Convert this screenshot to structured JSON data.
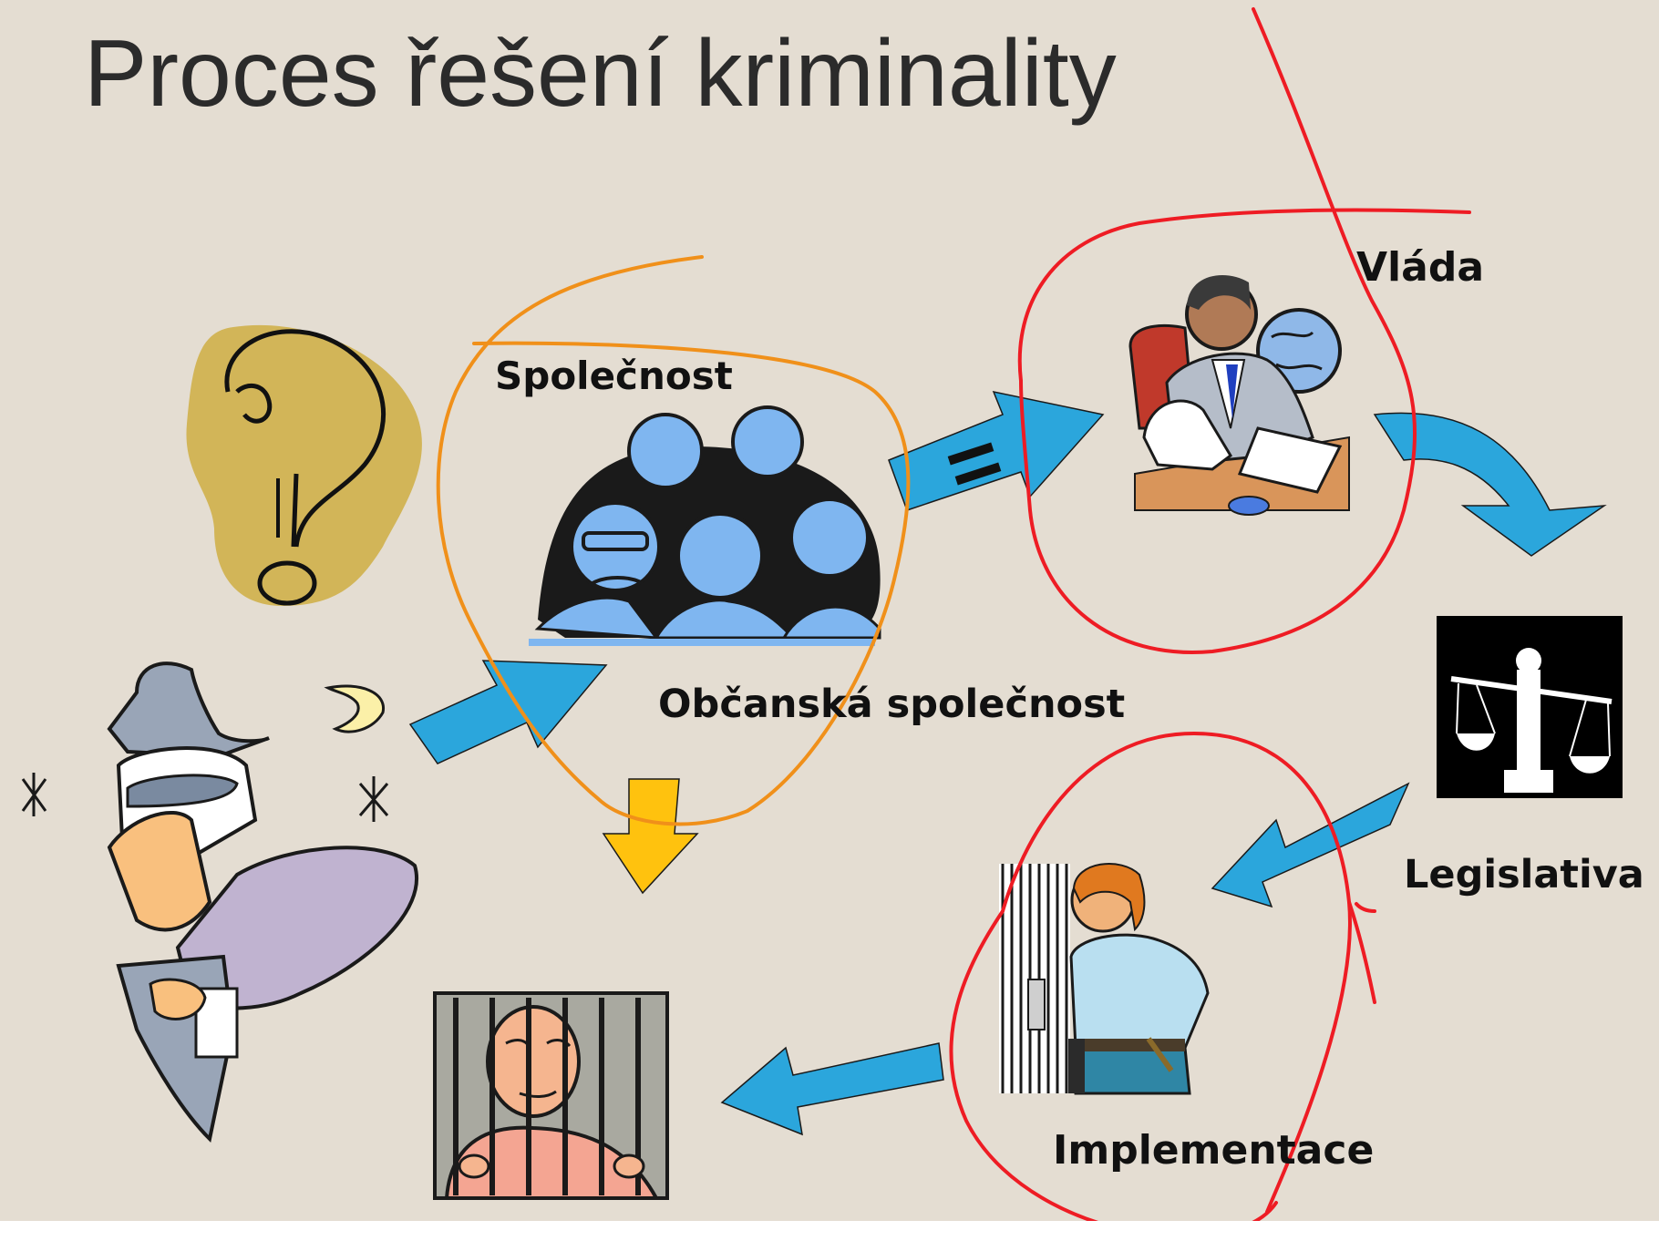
{
  "slide": {
    "title": "Proces řešení kriminality"
  },
  "nodes": {
    "spolecnost": "Společnost",
    "obcanska_spolecnost": "Občanská společnost",
    "vlada": "Vláda",
    "legislativa": "Legislativa",
    "implementace": "Implementace"
  },
  "colors": {
    "background": "#e4ddd2",
    "arrow_blue": "#2ba6dc",
    "arrow_yellow": "#ffc20e",
    "annotation_red": "#ee1c24",
    "annotation_orange": "#f0901a",
    "people_blue": "#7fb6f0"
  }
}
